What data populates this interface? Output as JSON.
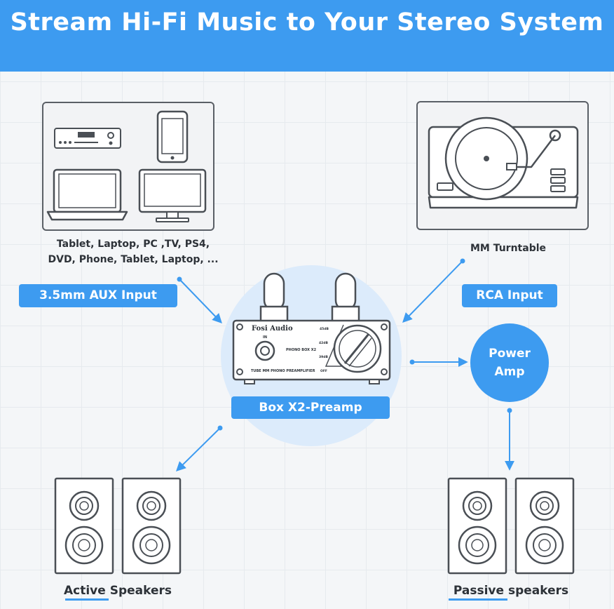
{
  "header": {
    "title": "Stream Hi-Fi Music to Your Stereo System"
  },
  "sources": {
    "caption_line1": "Tablet, Laptop, PC ,TV, PS4,",
    "caption_line2": "DVD, Phone, Tablet, Laptop, ...",
    "input_label": "3.5mm AUX Input"
  },
  "turntable": {
    "caption": "MM Turntable",
    "input_label": "RCA Input"
  },
  "preamp": {
    "brand": "Fosi Audio",
    "in_label": "IN",
    "model": "PHONO BOX X2",
    "subtitle": "TUBE MM PHONO PREAMPLIFIER",
    "gain_45": "45dB",
    "gain_42": "42dB",
    "gain_39": "39dB",
    "off": "OFF",
    "label": "Box X2-Preamp"
  },
  "power_amp": {
    "line1": "Power",
    "line2": "Amp"
  },
  "speakers": {
    "active_label": "Active Speakers",
    "passive_label": "Passive speakers"
  },
  "colors": {
    "accent": "#3d9bf0",
    "outline": "#5a5f66",
    "background": "#f4f6f8"
  }
}
